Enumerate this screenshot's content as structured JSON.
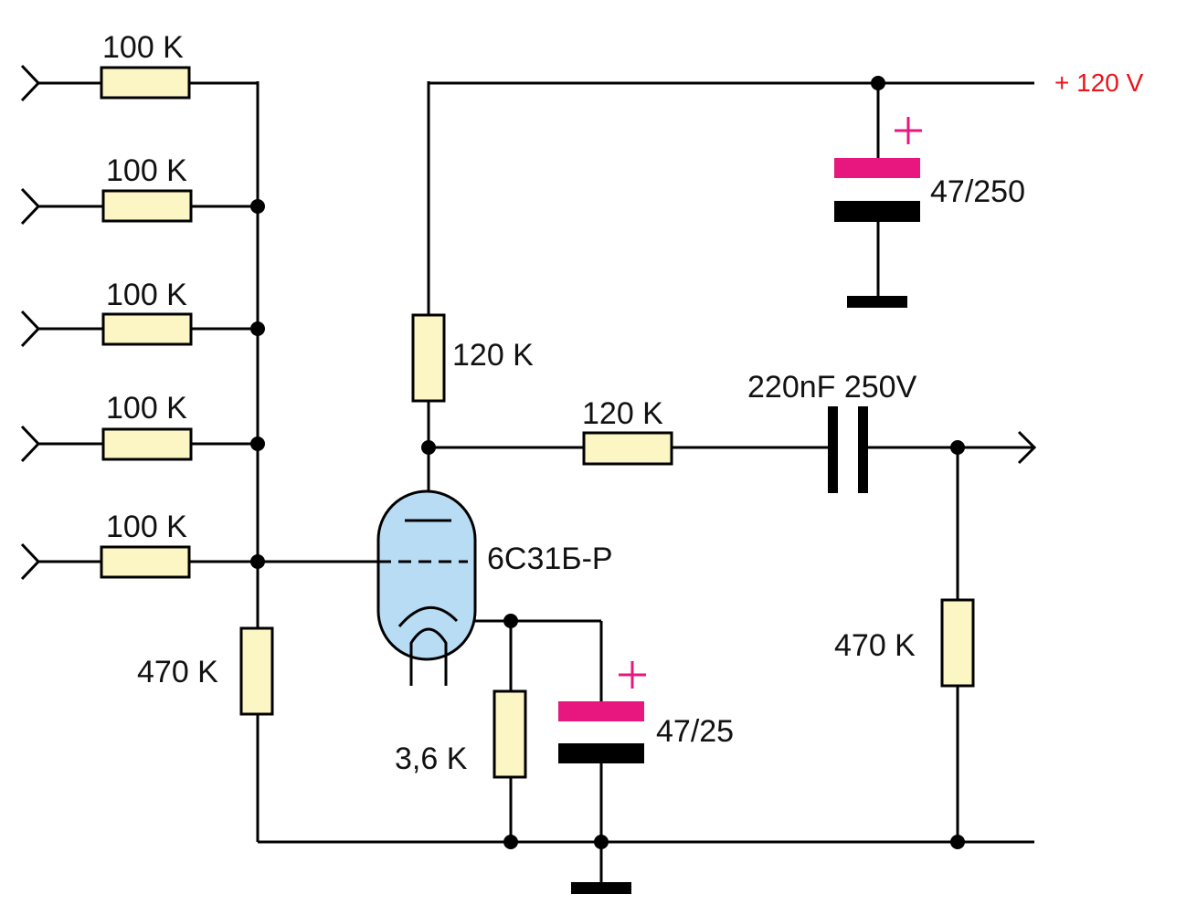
{
  "colors": {
    "background": "#ffffff",
    "wire": "#000000",
    "resistor_fill": "#fbf6c4",
    "tube_fill": "#b8dcf3",
    "electrolytic_positive_plate": "#e8177f",
    "polarity_mark": "#e8177f",
    "supply_label": "#e8141c"
  },
  "inputs": {
    "resistors": [
      {
        "label": "100 K"
      },
      {
        "label": "100 K"
      },
      {
        "label": "100 K"
      },
      {
        "label": "100 K"
      },
      {
        "label": "100 K"
      }
    ],
    "grid_leak_resistor": "470 K"
  },
  "supply": {
    "label": "+ 120 V",
    "filter_capacitor": "47/250",
    "polarity_symbol": "+"
  },
  "stage": {
    "plate_resistor": "120 K",
    "tube": "6С31Б-Р",
    "cathode_resistor": "3,6 K",
    "cathode_capacitor": "47/25",
    "polarity_symbol": "+"
  },
  "output": {
    "series_resistor": "120 K",
    "coupling_capacitor": "220nF 250V",
    "load_resistor": "470 K"
  }
}
